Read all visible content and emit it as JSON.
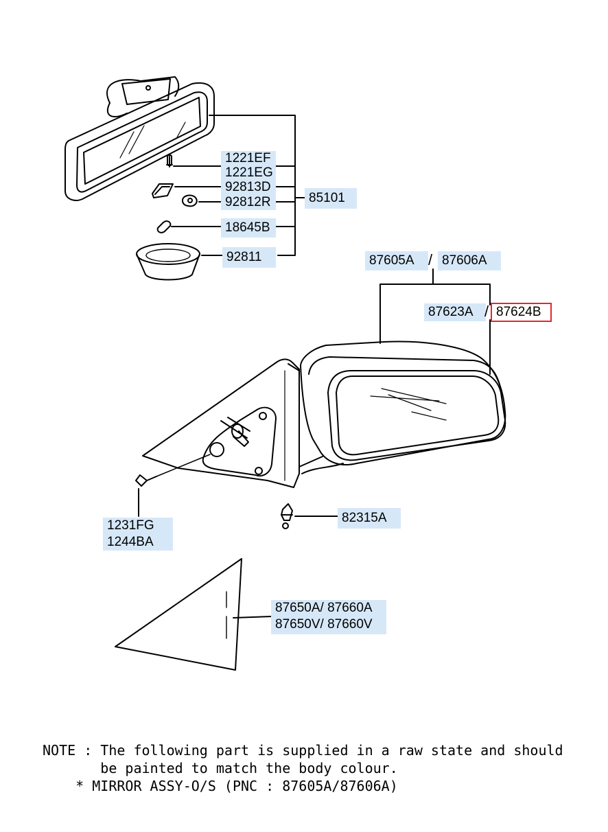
{
  "labels": {
    "p1221ef": "1221EF",
    "p1221eg": "1221EG",
    "p92813d": "92813D",
    "p92812r": "92812R",
    "p85101": "85101",
    "p18645b": "18645B",
    "p92811": "92811",
    "p87605a": "87605A",
    "p87606a": "87606A",
    "p87623a": "87623A",
    "p87624b": "87624B",
    "p82315a": "82315A",
    "p1231fg": "1231FG",
    "p1244ba": "1244BA",
    "p87650a_87660a": "87650A/ 87660A",
    "p87650v_87660v": "87650V/ 87660V"
  },
  "separator": "/",
  "note": {
    "line1": "NOTE : The following part is supplied in a raw state and should",
    "line2": "       be painted to match the body colour.",
    "line3": "    * MIRROR ASSY-O/S (PNC : 87605A/87606A)"
  },
  "colors": {
    "label_bg": "#d6e8f8",
    "selected_border": "#e0282e",
    "ink": "#000000"
  }
}
